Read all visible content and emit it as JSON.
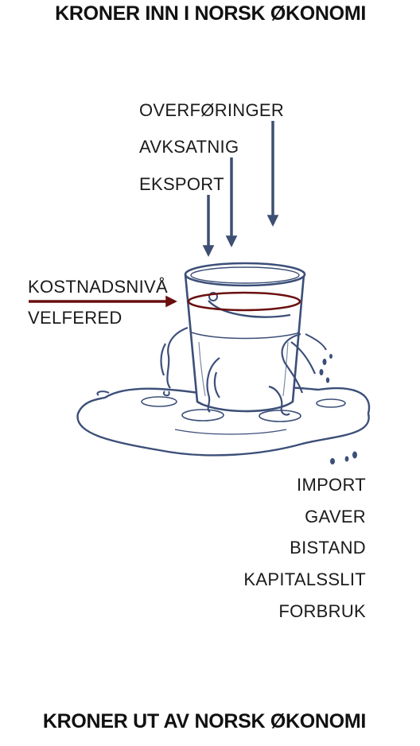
{
  "titles": {
    "top": "KRONER INN I NORSK ØKONOMI",
    "bottom": "KRONER UT AV NORSK ØKONOMI"
  },
  "inflows": [
    "OVERFØRINGER",
    "AVKSATNIG",
    "EKSPORT"
  ],
  "level": [
    "KOSTNADSNIVÅ",
    "VELFERED"
  ],
  "outflows": [
    "IMPORT",
    "GAVER",
    "BISTAND",
    "KAPITALSSLIT",
    "FORBRUK"
  ],
  "colors": {
    "inflow_arrow": "#3d4f72",
    "level_arrow": "#6b0f0f",
    "bucket_line": "#3c4f78",
    "text": "#1b1b1b"
  }
}
